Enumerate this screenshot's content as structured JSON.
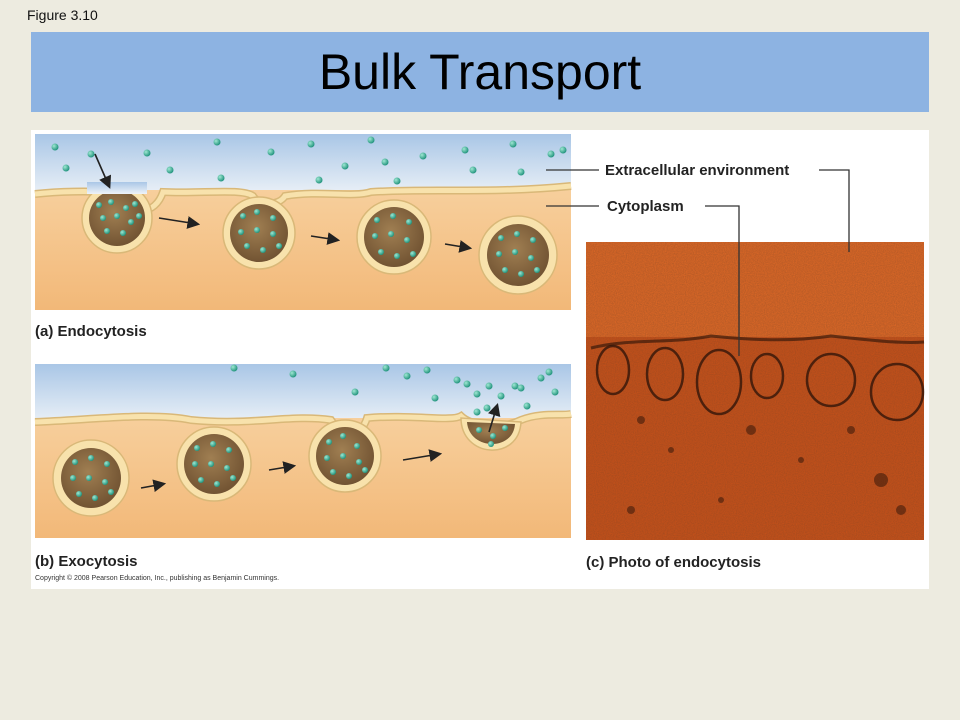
{
  "figure_label": "Figure 3.10",
  "slide_title": "Bulk Transport",
  "diagram": {
    "panel_a_caption": "(a) Endocytosis",
    "panel_b_caption": "(b) Exocytosis",
    "panel_c_caption": "(c) Photo of endocytosis",
    "callout_extracellular": "Extracellular environment",
    "callout_cytoplasm": "Cytoplasm",
    "copyright": "Copyright © 2008 Pearson Education, Inc., publishing as Benjamin Cummings."
  },
  "colors": {
    "background": "#edebe0",
    "title_bar": "#8db3e2",
    "cytoplasm": "#f5c58f",
    "membrane": "#f8e2ac",
    "vesicle_interior": "#8a6b45",
    "particle": "#3bb59c",
    "photo": "#d4581c"
  }
}
